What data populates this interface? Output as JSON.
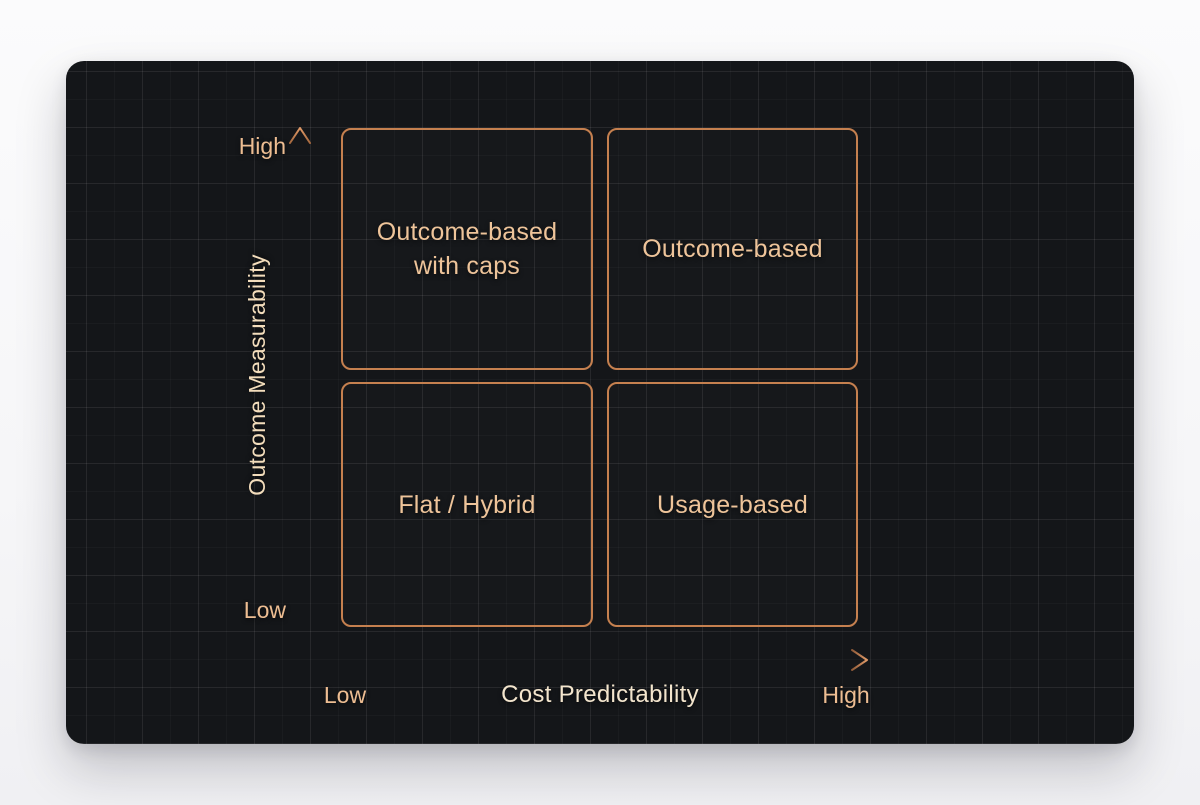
{
  "diagram": {
    "type": "quadrant-matrix",
    "y_axis": {
      "title": "Outcome Measurability",
      "max_label": "High",
      "min_label": "Low"
    },
    "x_axis": {
      "title": "Cost Predictability",
      "min_label": "Low",
      "max_label": "High"
    },
    "quadrants": [
      {
        "position": "top-left",
        "x": "low",
        "y": "high",
        "label": "Outcome-based with caps"
      },
      {
        "position": "top-right",
        "x": "high",
        "y": "high",
        "label": "Outcome-based"
      },
      {
        "position": "bottom-left",
        "x": "low",
        "y": "low",
        "label": "Flat / Hybrid"
      },
      {
        "position": "bottom-right",
        "x": "high",
        "y": "low",
        "label": "Usage-based"
      }
    ],
    "colors": {
      "page_background": "#f7f7f8",
      "canvas_background": "#141619",
      "grid_line": "rgba(255,255,255,0.05)",
      "box_border": "#c5804f",
      "axis_line_dim": "#8f5a38",
      "axis_line_bright": "#e09a68",
      "quadrant_text": "#eec49a",
      "axis_endpoint_text": "#edbd92",
      "x_axis_title_text": "#f3e5cd",
      "y_axis_title_text": "#f3ddbc"
    }
  }
}
